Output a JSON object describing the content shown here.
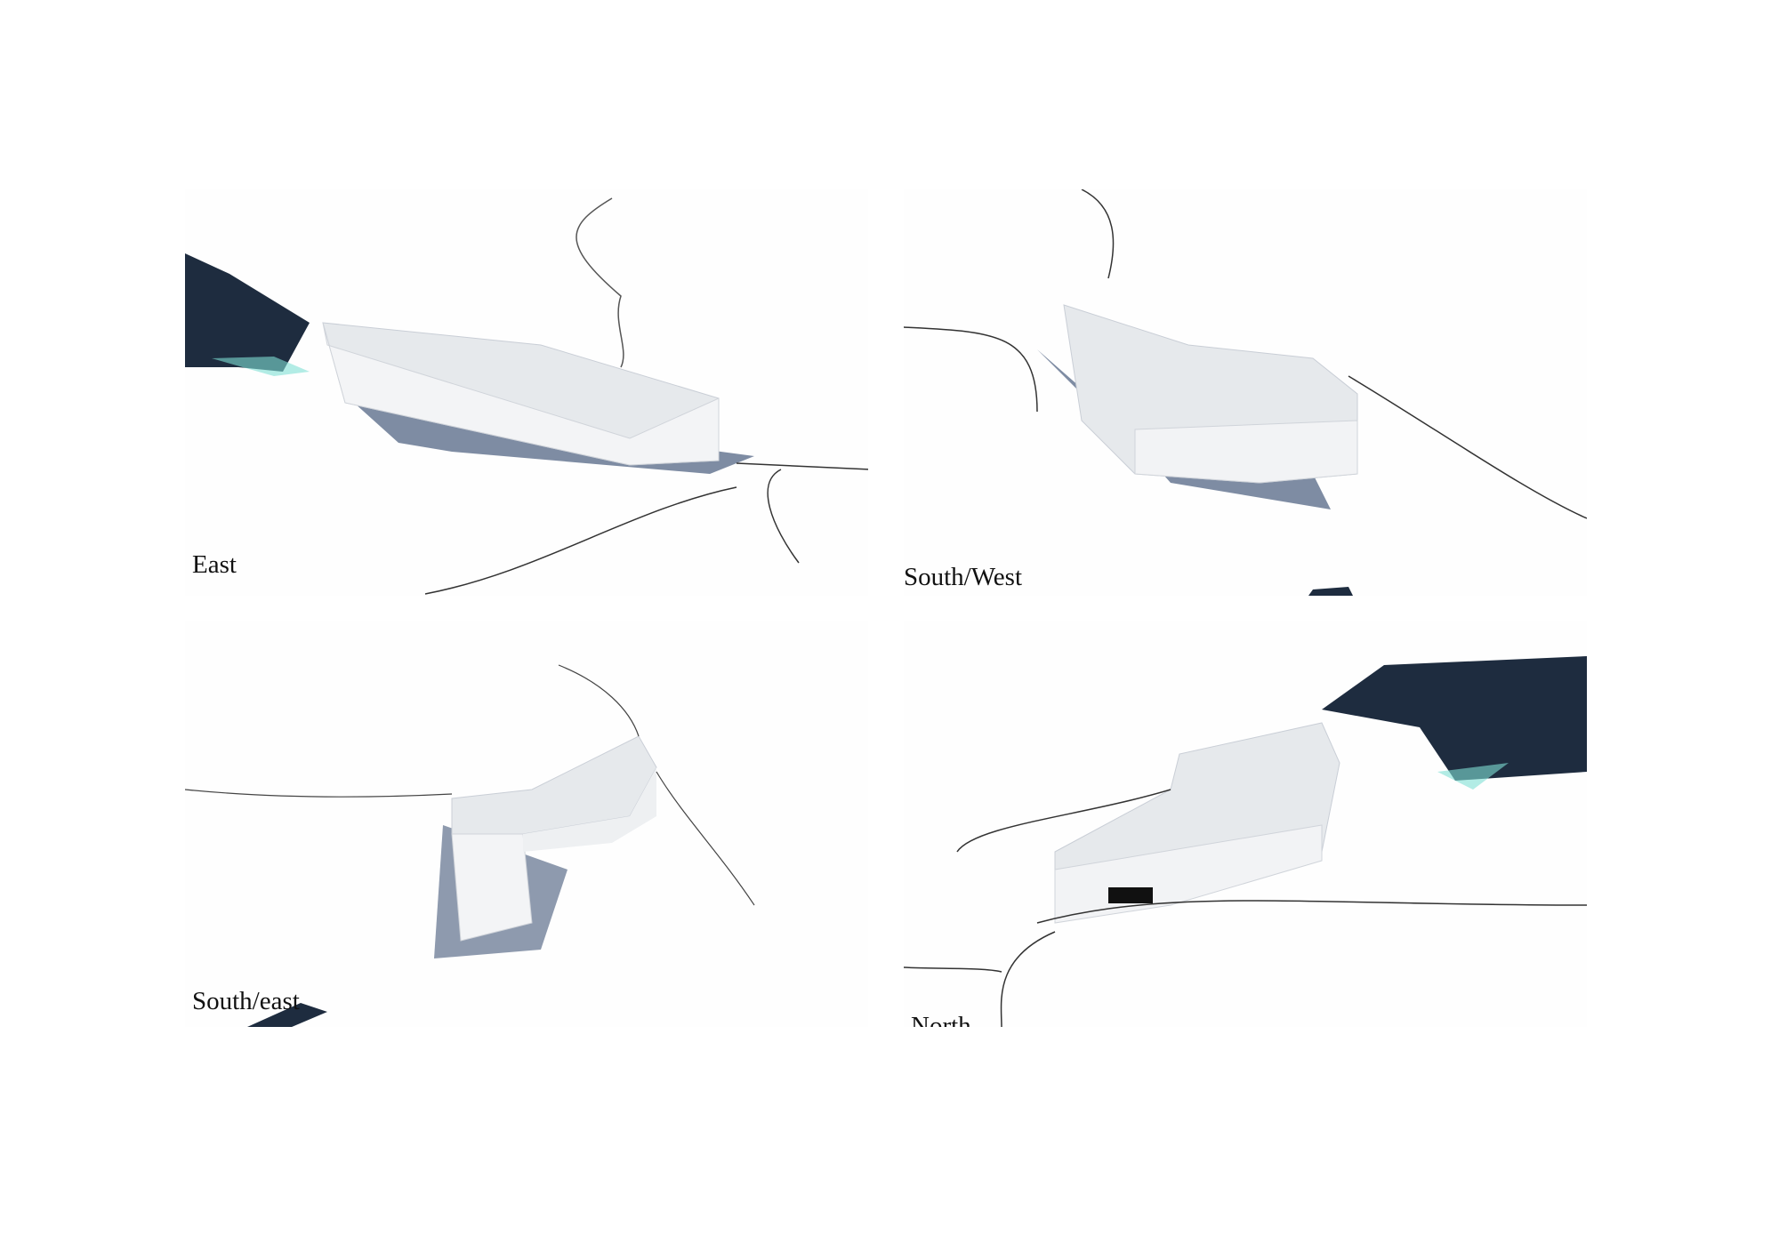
{
  "views": [
    {
      "label": "East"
    },
    {
      "label": "South/West"
    },
    {
      "label": "South/east"
    },
    {
      "label": "North"
    }
  ],
  "colors": {
    "shadow": "#5e6f8c",
    "terrain_dark": "#1e2c3f",
    "roof": "#e6e9ec",
    "glow": "#7fe0d4"
  }
}
